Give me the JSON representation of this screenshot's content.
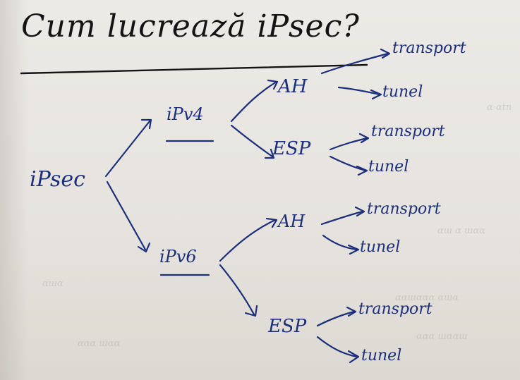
{
  "image": {
    "title": "Cum lucrează iPsec?",
    "root": "iPsec",
    "branches": [
      {
        "label": "iPv4",
        "protocols": [
          {
            "label": "AH",
            "modes": [
              "transport",
              "tunel"
            ]
          },
          {
            "label": "ESP",
            "modes": [
              "transport",
              "tunel"
            ]
          }
        ]
      },
      {
        "label": "iPv6",
        "protocols": [
          {
            "label": "AH",
            "modes": [
              "transport",
              "tunel"
            ]
          },
          {
            "label": "ESP",
            "modes": [
              "transport",
              "tunel"
            ]
          }
        ]
      }
    ],
    "colors": {
      "ink": "#1c2f7a",
      "title_ink": "#141414",
      "paper": "#e9e6e1"
    }
  }
}
